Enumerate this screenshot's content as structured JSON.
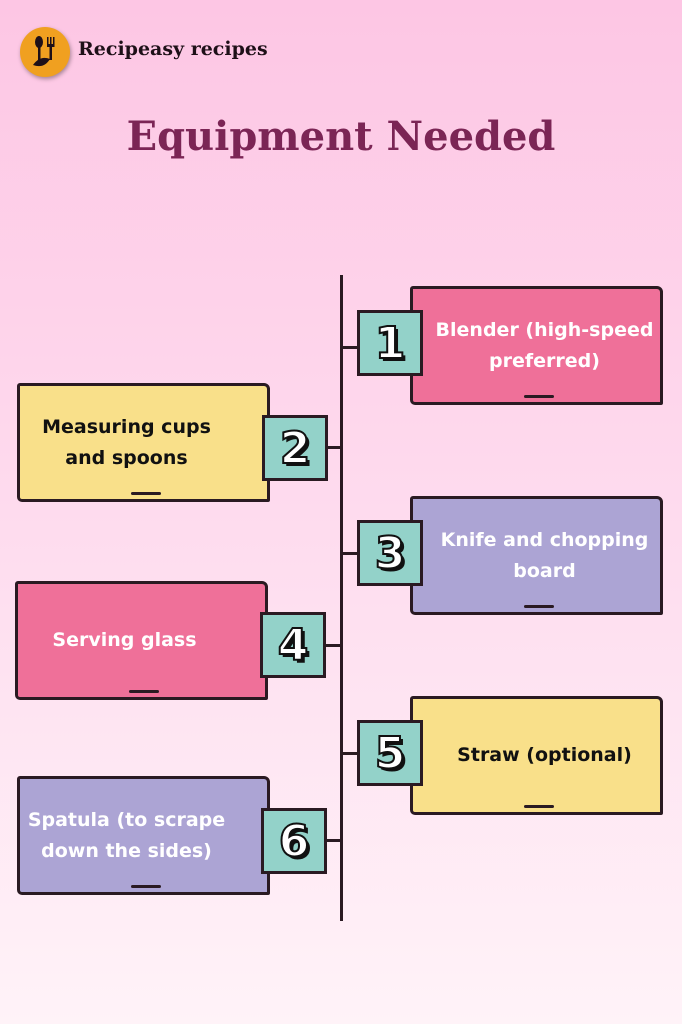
{
  "brand": {
    "name": "Recipeasy recipes",
    "logo_icon": "spoon-fork-leaf-icon"
  },
  "title": "Equipment Needed",
  "colors": {
    "pink": "#ef7099",
    "yellow": "#f9e08a",
    "purple": "#aca4d4",
    "teal": "#93d2c9",
    "title": "#7b2555"
  },
  "items": [
    {
      "number": "1",
      "label": "Blender (high-speed preferred)"
    },
    {
      "number": "2",
      "label": "Measuring cups and spoons"
    },
    {
      "number": "3",
      "label": "Knife and chopping board"
    },
    {
      "number": "4",
      "label": "Serving glass"
    },
    {
      "number": "5",
      "label": "Straw (optional)"
    },
    {
      "number": "6",
      "label": "Spatula (to scrape down the sides)"
    }
  ]
}
